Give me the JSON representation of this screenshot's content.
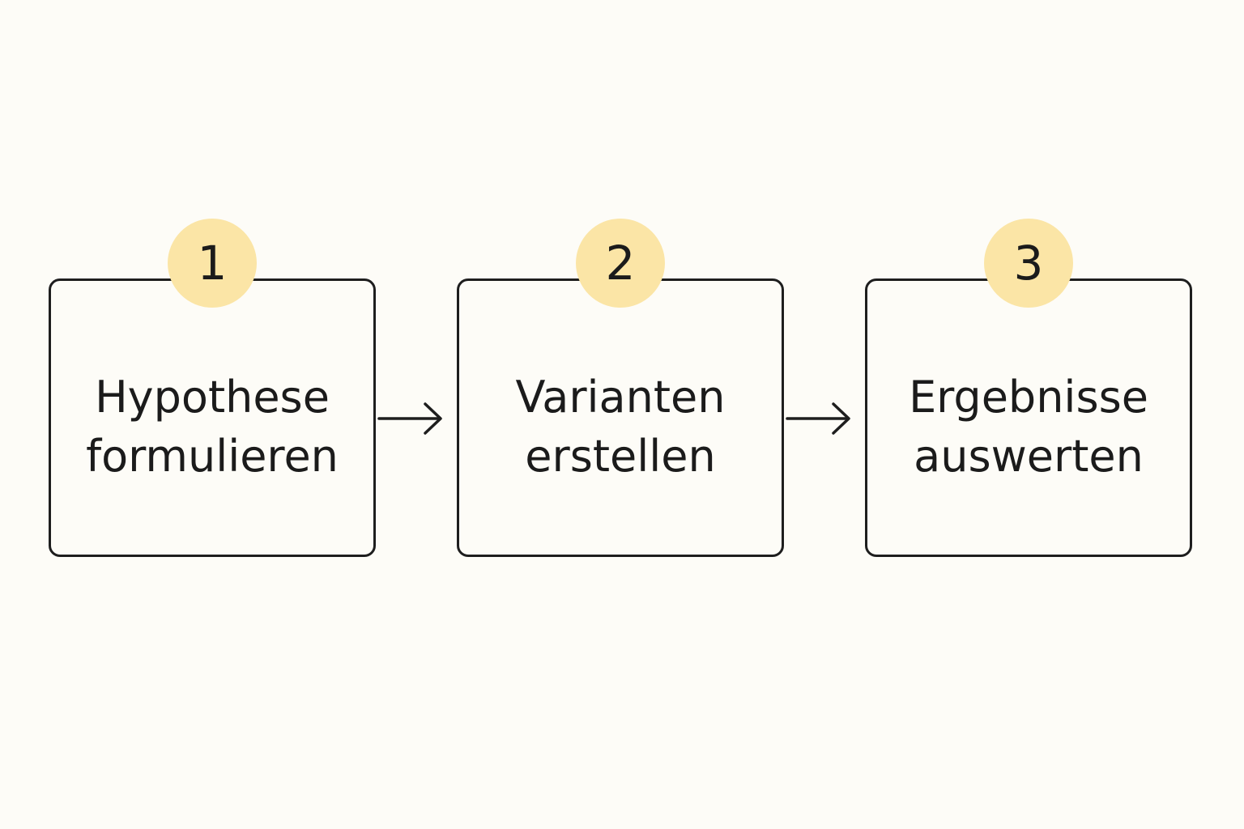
{
  "steps": [
    {
      "number": "1",
      "label_lines": [
        "Hypothese",
        "formulieren"
      ]
    },
    {
      "number": "2",
      "label_lines": [
        "Varianten",
        "erstellen"
      ]
    },
    {
      "number": "3",
      "label_lines": [
        "Ergebnisse",
        "auswerten"
      ]
    }
  ],
  "colors": {
    "background": "#fdfcf7",
    "badge": "#fbe5a6",
    "stroke": "#1e1e1e"
  }
}
